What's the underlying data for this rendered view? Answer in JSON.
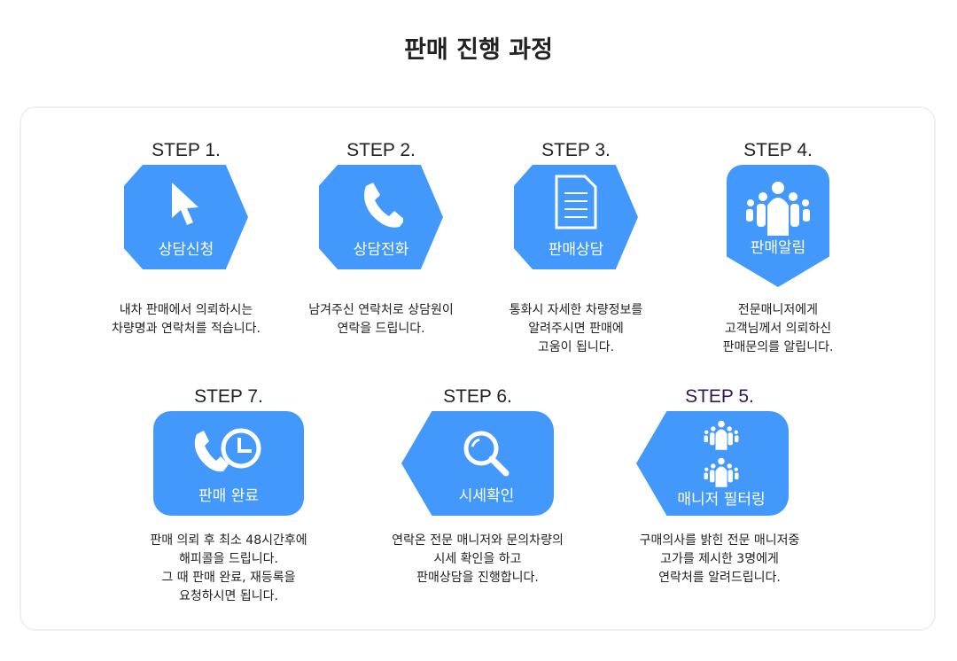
{
  "title": "판매 진행 과정",
  "steps": [
    {
      "step": "STEP 1.",
      "label": "상담신청",
      "icon": "cursor-icon",
      "desc": "내차 판매에서 의뢰하시는\n차량명과 연락처를 적습니다."
    },
    {
      "step": "STEP 2.",
      "label": "상담전화",
      "icon": "phone-icon",
      "desc": "남겨주신 연락처로 상담원이\n연락을 드립니다."
    },
    {
      "step": "STEP 3.",
      "label": "판매상담",
      "icon": "document-icon",
      "desc": "통화시 자세한 차량정보를\n알려주시면 판매에\n고움이 됩니다."
    },
    {
      "step": "STEP 4.",
      "label": "판매알림",
      "icon": "group-icon",
      "desc": "전문매니저에게\n고객님께서 의뢰하신\n판매문의를 알립니다."
    },
    {
      "step": "STEP 5.",
      "label": "매니저 필터링",
      "icon": "group-icon",
      "desc": "구매의사를 밝힌 전문 매니저중\n고가를 제시한 3명에게\n연락처를 알려드립니다."
    },
    {
      "step": "STEP 6.",
      "label": "시세확인",
      "icon": "search-icon",
      "desc": "연락온 전문 매니저와 문의차량의\n시세 확인을 하고\n판매상담을 진행합니다."
    },
    {
      "step": "STEP 7.",
      "label": "판매 완료",
      "icon": "phone-clock-icon",
      "desc": "판매 의뢰 후 최소 48시간후에\n해피콜을 드립니다.\n그 때 판매 완료, 재등록을\n요청하시면 됩니다."
    }
  ],
  "colors": {
    "accent": "#4399fb"
  }
}
